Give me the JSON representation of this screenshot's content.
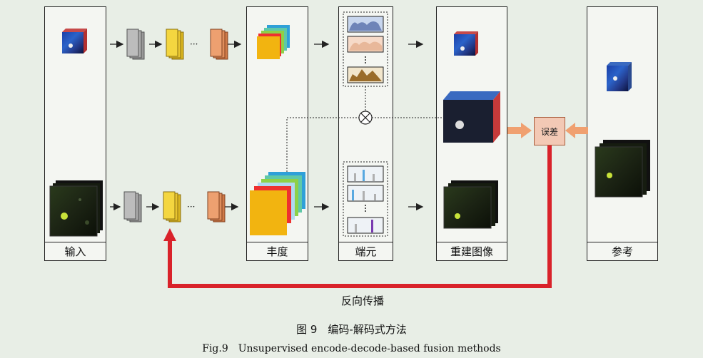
{
  "columns": {
    "input": "输入",
    "abundance": "丰度",
    "endmember": "端元",
    "reconstructed": "重建图像",
    "reference": "参考"
  },
  "error_label": "误差",
  "backprop_label": "反向传播",
  "ellipsis": "···",
  "figure": {
    "caption_cn": "图 9　编码-解码式方法",
    "caption_en": "Fig.9　Unsupervised encode-decode-based fusion methods"
  },
  "colors": {
    "backprop_arrow": "#d9222a",
    "error_arrow": "#f0a070",
    "encoder_gray": "#b8b8b8",
    "encoder_yellow": "#f2d23c",
    "encoder_orange": "#e89a6a"
  }
}
